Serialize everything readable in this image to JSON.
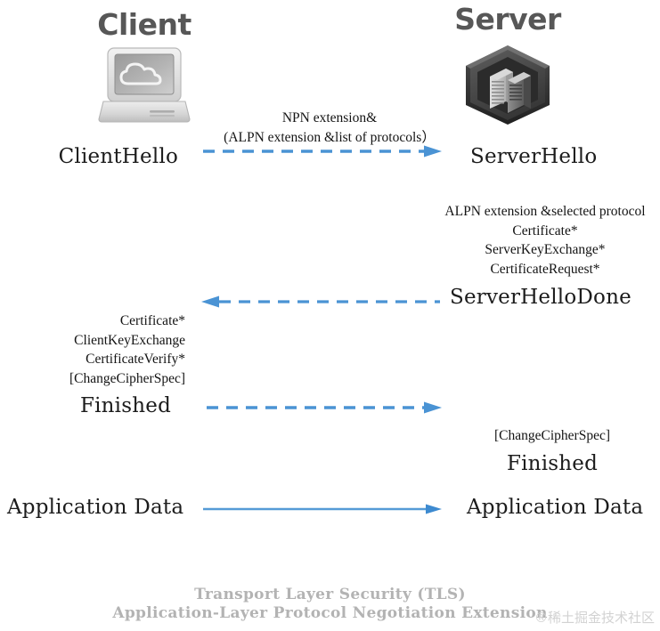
{
  "diagram": {
    "title_footer": [
      "Transport Layer Security (TLS)",
      "Application-Layer Protocol Negotiation Extension"
    ],
    "watermark": "®稀土掘金技术社区",
    "colors": {
      "arrow_blue": "#4a93d4",
      "heading_gray": "#575757",
      "footer_gray": "#b3b3b3",
      "text_black": "#1a1a1a"
    }
  },
  "client": {
    "title": "Client",
    "icon": "laptop-cloud-icon",
    "steps": {
      "client_hello": "ClientHello",
      "finished": "Finished",
      "application_data": "Application Data"
    },
    "message_block": [
      "Certificate*",
      "ClientKeyExchange",
      "CertificateVerify*",
      "[ChangeCipherSpec]"
    ]
  },
  "server": {
    "title": "Server",
    "icon": "server-rack-icon",
    "steps": {
      "server_hello": "ServerHello",
      "server_hello_done": "ServerHelloDone",
      "finished": "Finished",
      "application_data": "Application Data"
    },
    "message_block": [
      "ALPN extension &selected protocol",
      "Certificate*",
      "ServerKeyExchange*",
      "CertificateRequest*"
    ],
    "change_cipher_spec": "[ChangeCipherSpec]"
  },
  "arrows": [
    {
      "id": "client-hello-arrow",
      "direction": "right",
      "style": "dashed",
      "label": [
        "NPN extension&",
        "(ALPN extension &list of protocols）"
      ]
    },
    {
      "id": "server-hello-done-arrow",
      "direction": "left",
      "style": "dashed",
      "label": []
    },
    {
      "id": "client-finished-arrow",
      "direction": "right",
      "style": "dashed",
      "label": []
    },
    {
      "id": "application-data-arrow",
      "direction": "right",
      "style": "solid",
      "label": []
    }
  ]
}
